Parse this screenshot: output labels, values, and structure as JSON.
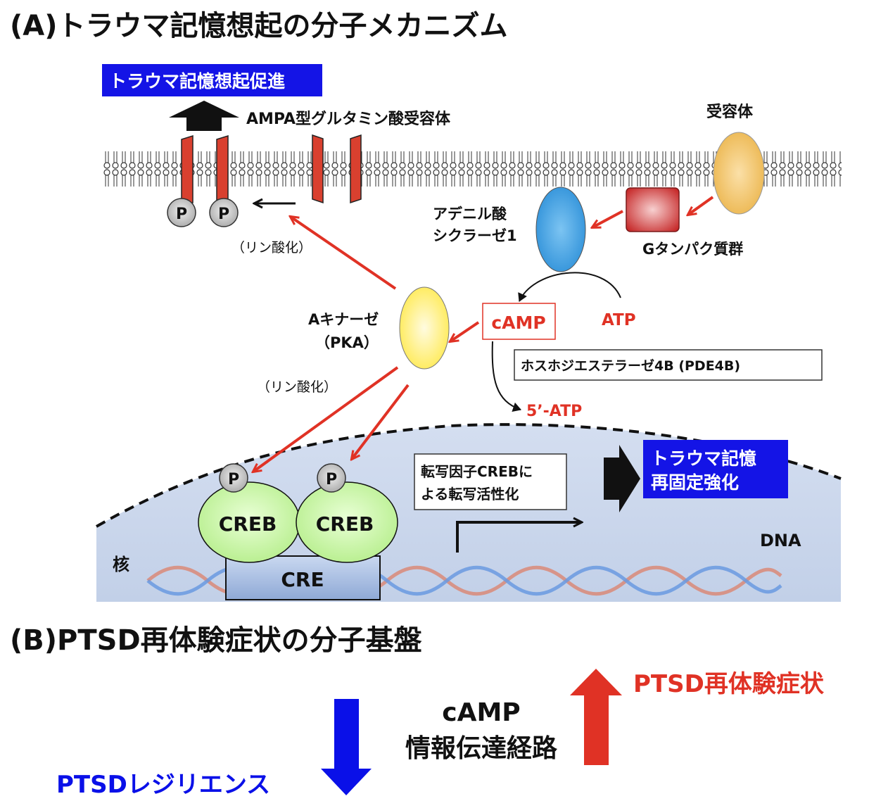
{
  "section_a": {
    "title": "(A)トラウマ記憶想起の分子メカニズム",
    "promote_label": "トラウマ記憶想起促進",
    "ampa_label": "AMPA型グルタミン酸受容体",
    "receptor_label": "受容体",
    "adenylyl_cyclase_line1": "アデニル酸",
    "adenylyl_cyclase_line2": "シクラーゼ1",
    "g_protein_label": "Gタンパク質群",
    "phosphorylation_label_top": "（リン酸化）",
    "phosphorylation_label_bottom": "（リン酸化）",
    "pka_line1": "Aキナーゼ",
    "pka_line2": "（PKA）",
    "camp_label": "cAMP",
    "atp_label": "ATP",
    "pde4b_label": "ホスホジエステラーゼ4B (PDE4B)",
    "five_atp_label": "5’-ATP",
    "creb_transcription_line1": "転写因子CREBに",
    "creb_transcription_line2": "よる転写活性化",
    "reconsolidation_line1": "トラウマ記憶",
    "reconsolidation_line2": "再固定強化",
    "dna_label": "DNA",
    "nucleus_label": "核",
    "creb_labels": [
      "CREB",
      "CREB"
    ],
    "cre_label": "CRE",
    "p_label": "P"
  },
  "section_b": {
    "title": "(B)PTSD再体験症状の分子基盤",
    "camp_line1": "cAMP",
    "camp_line2": "情報伝達経路",
    "reexperience_label": "PTSD再体験症状",
    "resilience_label": "PTSDレジリエンス"
  },
  "colors": {
    "title_box": "#1414e6",
    "red_arrow": "#e03225",
    "red_text": "#e03225",
    "blue_arrow": "#0a10e8",
    "nucleus_fill": "#c9d6ea",
    "creb_fill": "#c8f5a4",
    "cre_fill": "#a9bfe3",
    "pka_fill": "#fff36a",
    "ac1_fill": "#4ba6e6",
    "receptor_fill": "#f2c15a",
    "g_protein_fill": "#d84040",
    "ampa_red": "#d9402f"
  }
}
